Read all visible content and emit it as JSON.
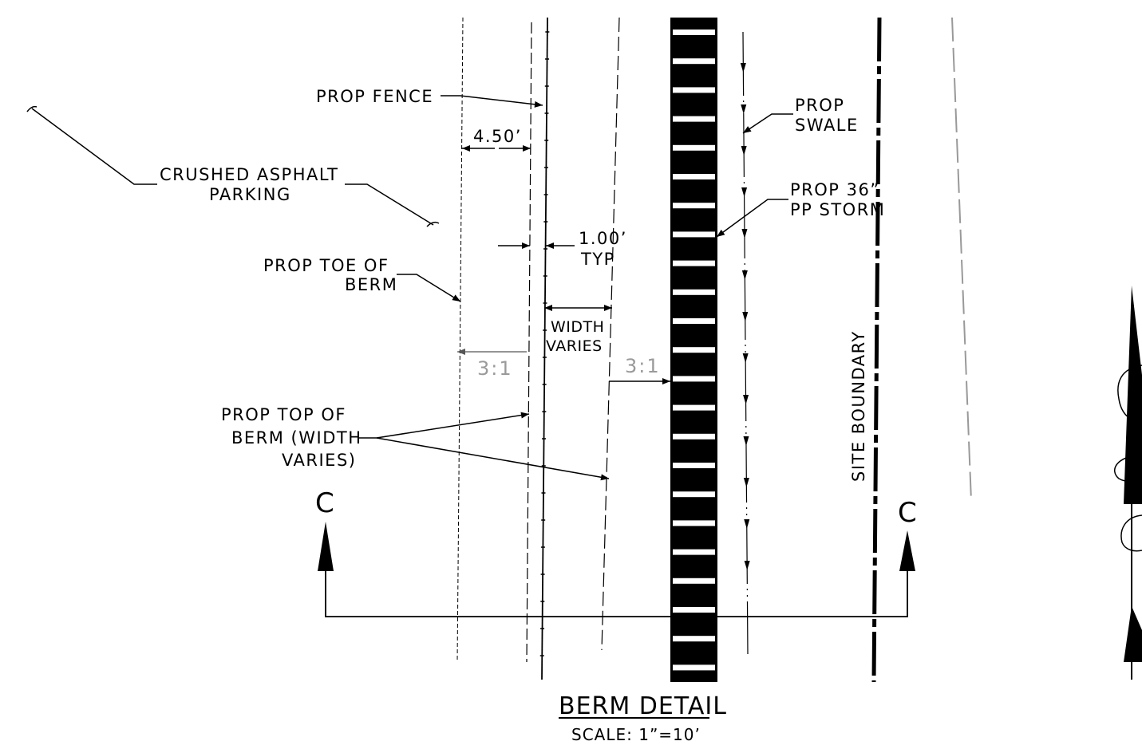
{
  "colors": {
    "ink": "#000000",
    "grey": "#9a9a9a",
    "paper": "#ffffff"
  },
  "labels": {
    "prop_fence": "PROP FENCE",
    "crushed_asphalt_1": "CRUSHED ASPHALT",
    "crushed_asphalt_2": "PARKING",
    "prop_swale_1": "PROP",
    "prop_swale_2": "SWALE",
    "prop_storm_1": "PROP 36”",
    "prop_storm_2": "PP STORM",
    "toe_of_berm_1": "PROP TOE OF",
    "toe_of_berm_2": "BERM",
    "top_of_berm_1": "PROP TOP OF",
    "top_of_berm_2": "BERM (WIDTH",
    "top_of_berm_3": "VARIES)",
    "width_varies_1": "WIDTH",
    "width_varies_2": "VARIES",
    "typ_1": "1.00’",
    "typ_2": "TYP",
    "site_boundary": "SITE BOUNDARY"
  },
  "dimensions": {
    "offset_4_50": "4.50’",
    "slope_left": "3:1",
    "slope_right": "3:1"
  },
  "section": {
    "left": "C",
    "right": "C"
  },
  "title": {
    "name": "BERM DETAIL",
    "scale": "SCALE: 1”=10’"
  },
  "icons": {
    "north_arrow": "north-arrow-icon"
  }
}
